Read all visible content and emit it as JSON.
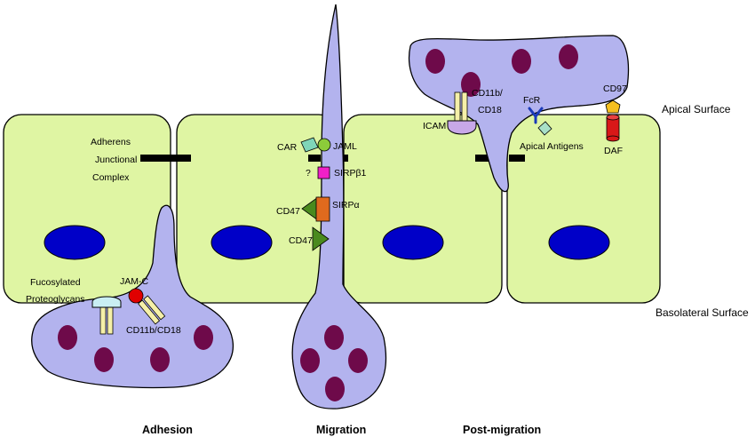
{
  "labels": {
    "adherens_1": "Adherens",
    "adherens_2": "Junctional",
    "adherens_3": "Complex",
    "fucosylated_1": "Fucosylated",
    "fucosylated_2": "Proteoglycans",
    "jam_c": "JAM-C",
    "cd11b_cd18_adhesion": "CD11b/CD18",
    "car": "CAR",
    "jaml": "JAML",
    "question": "?",
    "sirpb1": "SIRPβ1",
    "cd47_top": "CD47",
    "sirpa": "SIRPα",
    "cd47_bottom": "CD47",
    "cd11b_1": "CD11b/",
    "cd11b_2": "CD18",
    "icam": "ICAM",
    "fcr": "FcR",
    "apical_antigens": "Apical Antigens",
    "cd97": "CD97",
    "daf": "DAF",
    "apical_surface": "Apical Surface",
    "basolateral_surface": "Basolateral Surface"
  },
  "stages": {
    "adhesion": "Adhesion",
    "migration": "Migration",
    "post_migration": "Post-migration"
  },
  "colors": {
    "epithelial_cell": "#dff5a3",
    "nucleus": "#0000c8",
    "neutrophil": "#b3b3ee",
    "granule": "#6e0a4a",
    "junction": "#000000",
    "integrin": "#f5f0a8",
    "fucosylated": "#c9eef3",
    "jam_c": "#e00000",
    "car": "#7fd6b8",
    "jaml": "#8ccc3a",
    "sirpb1": "#f020c8",
    "cd47": "#4a8a1e",
    "sirpa": "#e06a1e",
    "icam": "#c8a8e8",
    "fcr": "#1a3ab8",
    "apical_antigen": "#a8e0c8",
    "cd97": "#f5c020",
    "daf": "#d81818"
  }
}
